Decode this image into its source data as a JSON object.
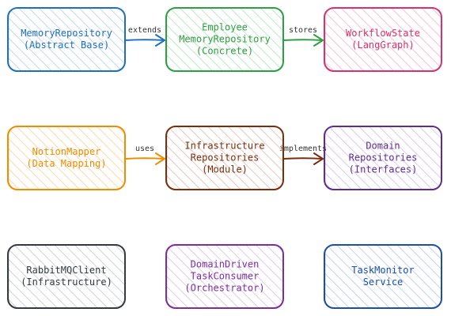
{
  "diagram": {
    "nodes": [
      {
        "id": "memory-repository",
        "lines": [
          "MemoryRepository",
          "(Abstract Base)"
        ],
        "color": "#1f6fc1",
        "hatch": "#c5daf0"
      },
      {
        "id": "employee-memory-repository",
        "lines": [
          "Employee",
          "MemoryRepository",
          "(Concrete)"
        ],
        "color": "#2f9e44",
        "hatch": "#c4e8cb"
      },
      {
        "id": "workflow-state",
        "lines": [
          "WorkflowState",
          "(LangGraph)"
        ],
        "color": "#d6336c",
        "hatch": "#f6c6d6"
      },
      {
        "id": "notion-mapper",
        "lines": [
          "NotionMapper",
          "(Data Mapping)"
        ],
        "color": "#f08c00",
        "hatch": "#fbdcb0"
      },
      {
        "id": "infrastructure-repositories",
        "lines": [
          "Infrastructure",
          "Repositories",
          "(Module)"
        ],
        "color": "#7a2e0e",
        "hatch": "#e6cbbf"
      },
      {
        "id": "domain-repositories",
        "lines": [
          "Domain",
          "Repositories",
          "(Interfaces)"
        ],
        "color": "#5f2d91",
        "hatch": "#ddcdec"
      },
      {
        "id": "rabbitmq-client",
        "lines": [
          "RabbitMQClient",
          "(Infrastructure)"
        ],
        "color": "#343a40",
        "hatch": "#d3d6d9"
      },
      {
        "id": "domain-driven-task-consumer",
        "lines": [
          "DomainDriven",
          "TaskConsumer",
          "(Orchestrator)"
        ],
        "color": "#7b2f9e",
        "hatch": "#e2cdeb"
      },
      {
        "id": "task-monitor-service",
        "lines": [
          "TaskMonitor",
          "Service"
        ],
        "color": "#1c4fa8",
        "hatch": "#c6d5ef"
      }
    ],
    "edges": [
      {
        "from": "memory-repository",
        "to": "employee-memory-repository",
        "label": "extends",
        "color": "#1f6fc1"
      },
      {
        "from": "employee-memory-repository",
        "to": "workflow-state",
        "label": "stores",
        "color": "#2f9e44"
      },
      {
        "from": "notion-mapper",
        "to": "infrastructure-repositories",
        "label": "uses",
        "color": "#f08c00"
      },
      {
        "from": "infrastructure-repositories",
        "to": "domain-repositories",
        "label": "implements",
        "color": "#7a2e0e"
      }
    ]
  }
}
